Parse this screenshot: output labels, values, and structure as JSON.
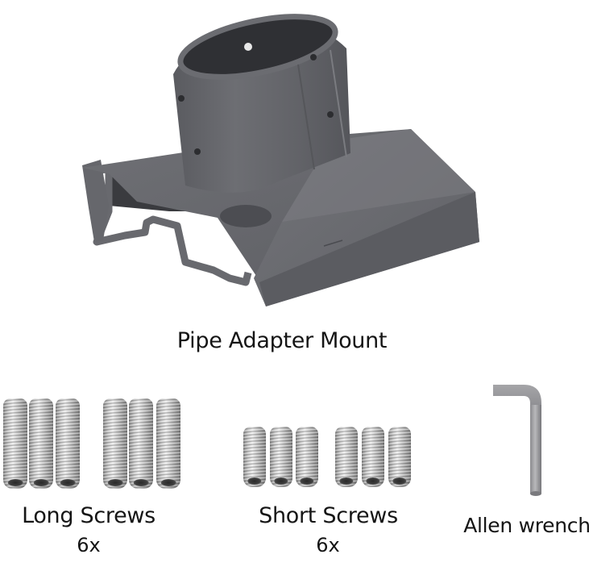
{
  "product": {
    "mount": {
      "label": "Pipe Adapter Mount",
      "color": "#63646a",
      "shadow_color": "#3b3c40",
      "highlight_color": "#7a7b80"
    },
    "long_screws": {
      "label": "Long Screws",
      "quantity": "6x",
      "count": 6
    },
    "short_screws": {
      "label": "Short Screws",
      "quantity": "6x",
      "count": 6
    },
    "allen_wrench": {
      "label": "Allen wrench"
    }
  },
  "background_color": "#ffffff"
}
